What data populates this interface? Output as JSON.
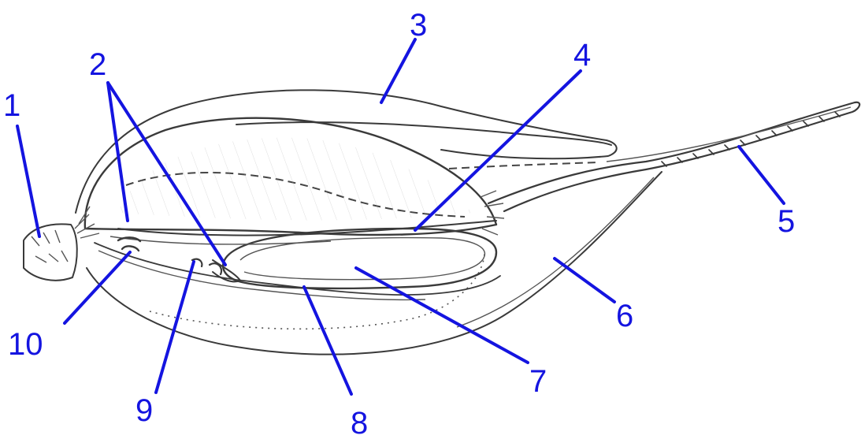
{
  "diagram": {
    "labels": [
      {
        "id": "1",
        "text": "1"
      },
      {
        "id": "2",
        "text": "2"
      },
      {
        "id": "3",
        "text": "3"
      },
      {
        "id": "4",
        "text": "4"
      },
      {
        "id": "5",
        "text": "5"
      },
      {
        "id": "6",
        "text": "6"
      },
      {
        "id": "7",
        "text": "7"
      },
      {
        "id": "8",
        "text": "8"
      },
      {
        "id": "9",
        "text": "9"
      },
      {
        "id": "10",
        "text": "10"
      }
    ],
    "colors": {
      "label": "#1414e0",
      "ink": "#3a3a3a",
      "seed_fill": "#e4e4e4",
      "embryo_fill": "#d6d6d6"
    }
  }
}
